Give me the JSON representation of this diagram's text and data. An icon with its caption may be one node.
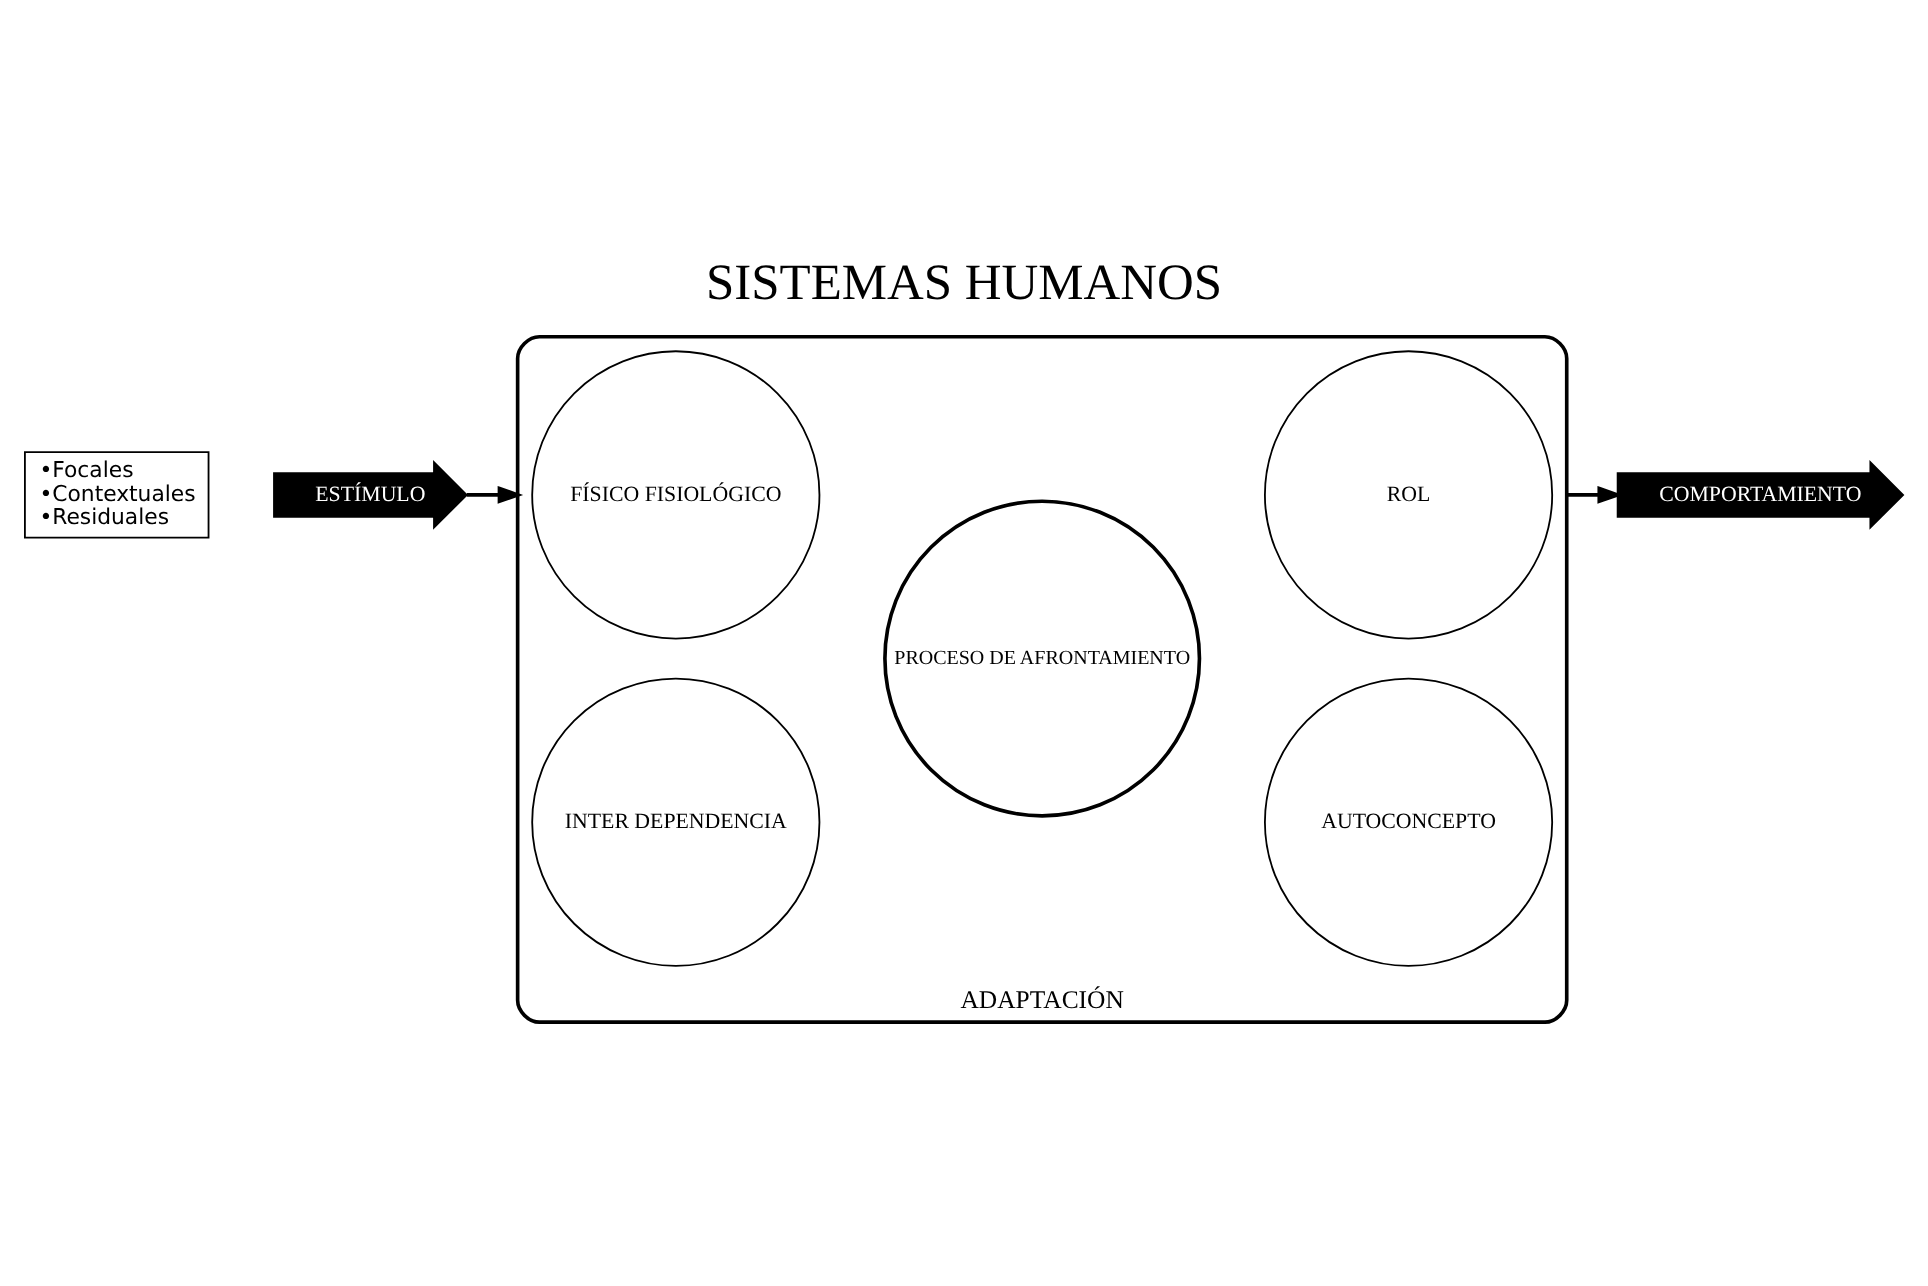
{
  "diagram": {
    "title": "SISTEMAS HUMANOS",
    "nodes": [
      {
        "text": [
          "ADAPTACIÓN"
        ]
      },
      {
        "text": [
          "FÍSICO FISIOLÓGICO"
        ],
        "in": 0
      },
      {
        "text": [
          "AUTOCONCEPTO"
        ],
        "in": 0
      },
      {
        "text": [
          "PROCESO DE AFRONTAMIENTO"
        ],
        "in": 0
      },
      {
        "text": [
          "INTER DEPENDENCIA"
        ],
        "in": 0
      },
      {
        "text": [
          "ROL"
        ],
        "in": 0
      },
      {
        "text": [
          "•Focales",
          "•Contextuales",
          "•Residuales"
        ]
      },
      {
        "text": [
          "ESTÍMULO"
        ]
      },
      {
        "text": [
          "COMPORTAMIENTO"
        ]
      }
    ],
    "edges": [
      {
        "from": 7,
        "to": 1,
        "arrow": "to"
      },
      {
        "from": 5,
        "to": 8,
        "arrow": "to"
      }
    ]
  }
}
